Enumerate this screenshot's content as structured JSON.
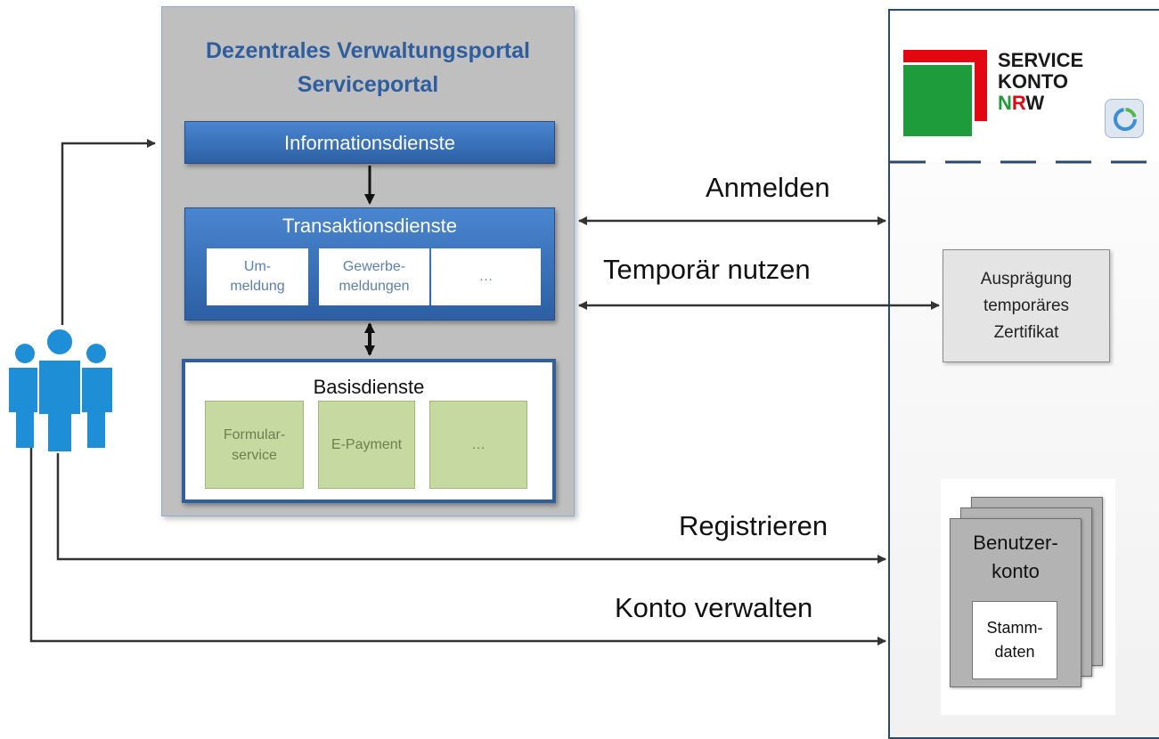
{
  "portal": {
    "title_line1": "Dezentrales Verwaltungsportal",
    "title_line2": "Serviceportal",
    "information_services": "Informationsdienste",
    "transaction_services": {
      "title": "Transaktionsdienste",
      "items": [
        {
          "line1": "Um-",
          "line2": "meldung"
        },
        {
          "line1": "Gewerbe-",
          "line2": "meldungen"
        },
        {
          "line1": "…",
          "line2": ""
        }
      ]
    },
    "base_services": {
      "title": "Basisdienste",
      "items": [
        {
          "line1": "Formular-",
          "line2": "service"
        },
        {
          "line1": "E-Payment",
          "line2": ""
        },
        {
          "line1": "…",
          "line2": ""
        }
      ]
    }
  },
  "service_konto": {
    "logo_line1": "SERVICE",
    "logo_line2": "KONTO",
    "logo_n": "N",
    "logo_r": "R",
    "logo_w": "W",
    "brand_colors": {
      "red": "#e30613",
      "green": "#1e9b3a"
    },
    "certificate": {
      "line1": "Ausprägung",
      "line2": "temporäres",
      "line3": "Zertifikat"
    },
    "account": {
      "title_line1": "Benutzer-",
      "title_line2": "konto",
      "data_line1": "Stamm-",
      "data_line2": "daten"
    }
  },
  "connections": {
    "login": "Anmelden",
    "temporary_use": "Temporär nutzen",
    "register": "Registrieren",
    "manage_account": "Konto verwalten"
  },
  "icons": {
    "users": "users-group-icon"
  }
}
